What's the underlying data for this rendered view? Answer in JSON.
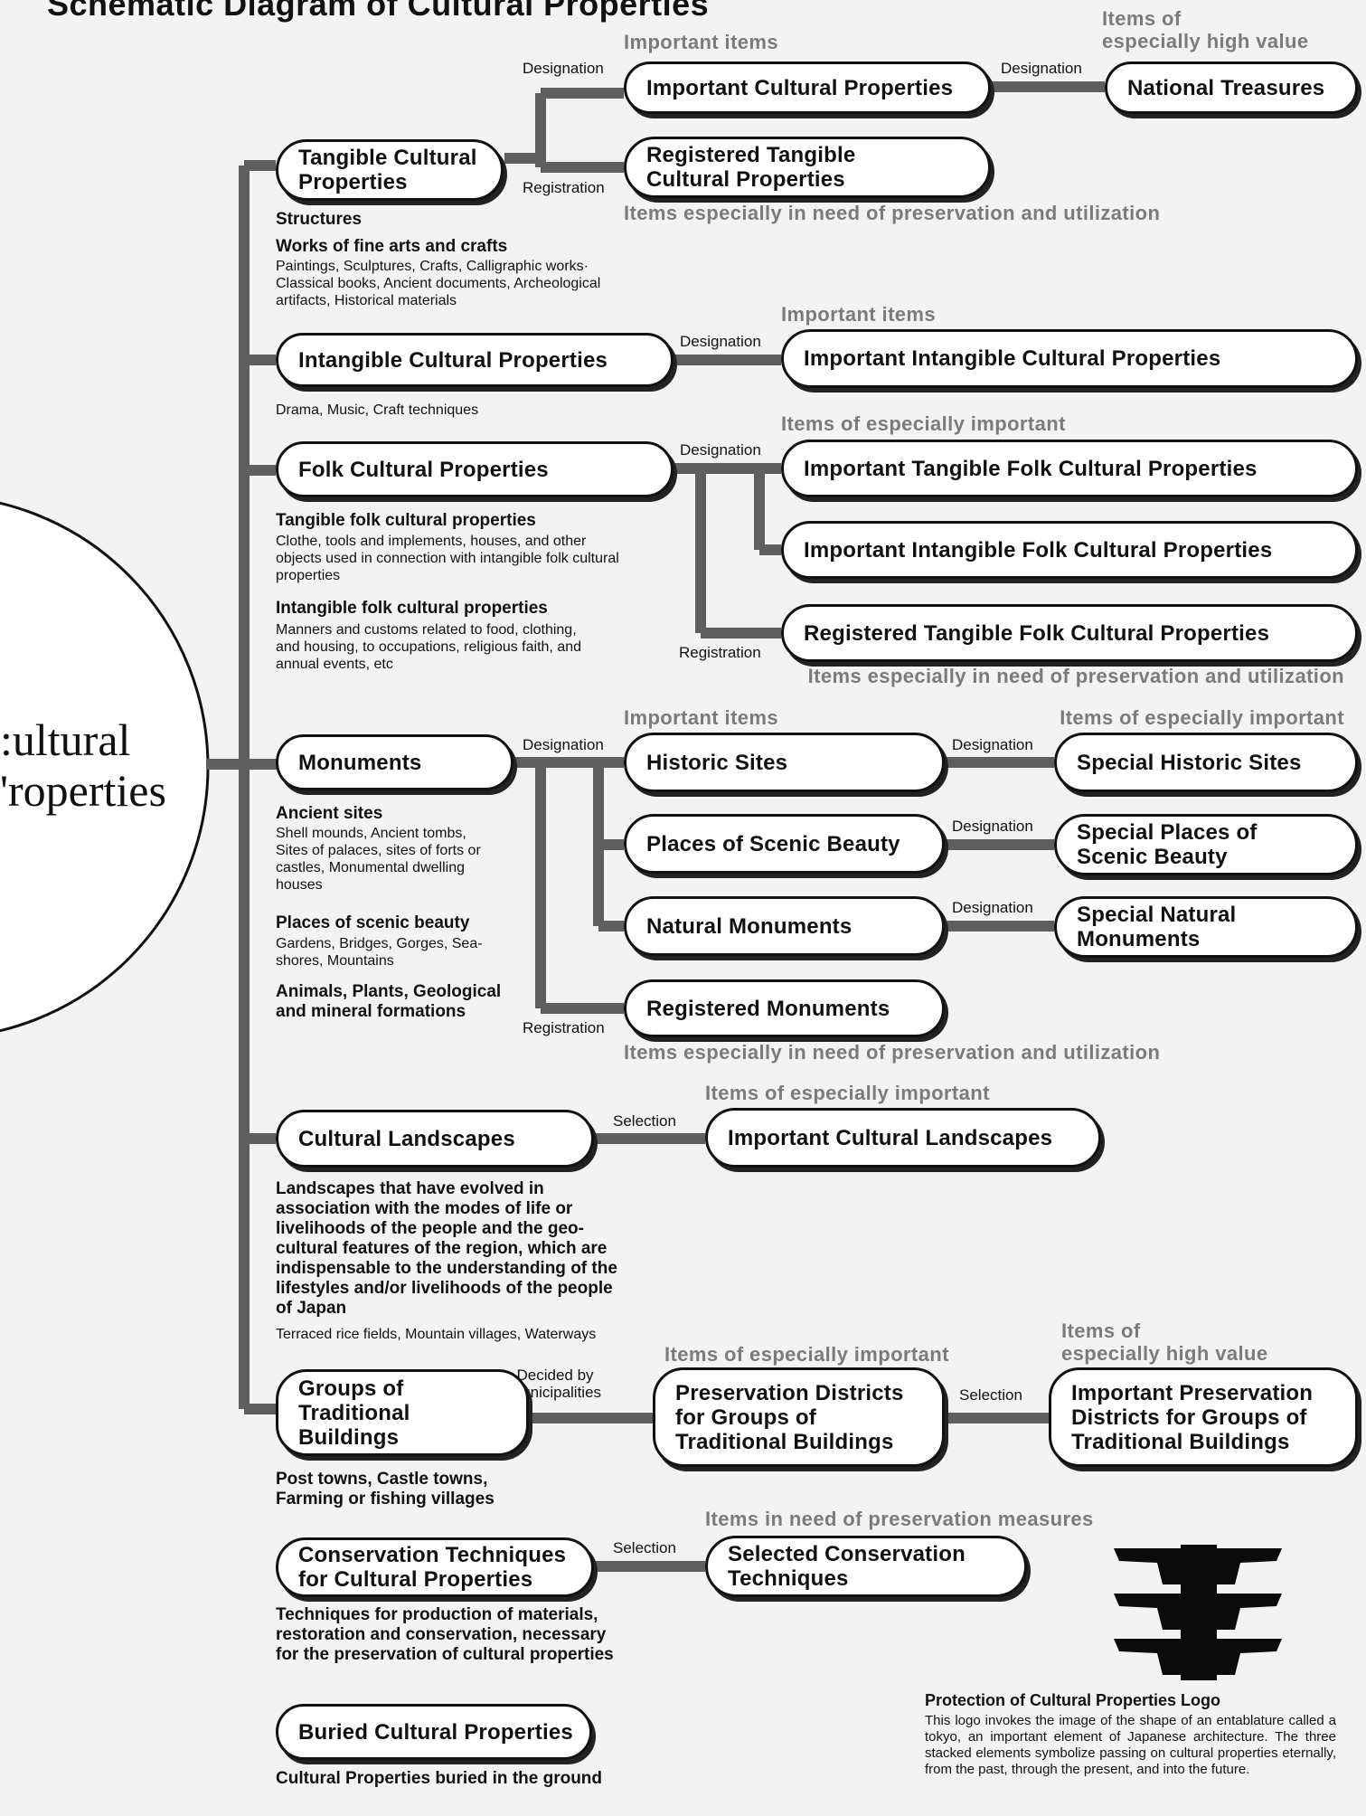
{
  "title": "Schematic Diagram of Cultural Properties",
  "root_label": ":ultural\n'roperties",
  "categories": {
    "important_items_1": "Important items",
    "high_value_1": "Items of\nespecially high value",
    "preservation_1": "Items especially in need of preservation and utilization",
    "important_items_2": "Important items",
    "especially_important_folk": "Items of especially important",
    "preservation_folk": "Items especially in need of preservation and utilization",
    "important_items_monuments": "Important items",
    "especially_important_monuments": "Items of especially important",
    "preservation_monuments": "Items especially in need of preservation and utilization",
    "especially_important_landscapes": "Items of especially important",
    "especially_important_buildings": "Items of especially important",
    "high_value_buildings": "Items of\nespecially high value",
    "preservation_measures": "Items in need of preservation measures"
  },
  "labels": {
    "designation_tangible": "Designation",
    "registration_tangible": "Registration",
    "designation_national": "Designation",
    "designation_intangible": "Designation",
    "designation_folk": "Designation",
    "registration_folk": "Registration",
    "designation_monuments": "Designation",
    "registration_monuments": "Registration",
    "designation_special_historic": "Designation",
    "designation_special_scenic": "Designation",
    "designation_special_natural": "Designation",
    "selection_landscapes": "Selection",
    "decided_municipalities": "Decided by\nmunicipalities",
    "selection_buildings": "Selection",
    "selection_techniques": "Selection"
  },
  "nodes": {
    "tangible": "Tangible Cultural\nProperties",
    "important_cultural": "Important Cultural Properties",
    "national_treasures": "National Treasures",
    "registered_tangible": "Registered Tangible\nCultural Properties",
    "intangible": "Intangible Cultural Properties",
    "important_intangible": "Important Intangible Cultural Properties",
    "folk": "Folk Cultural Properties",
    "important_tangible_folk": "Important Tangible Folk Cultural Properties",
    "important_intangible_folk": "Important Intangible Folk Cultural Properties",
    "registered_tangible_folk": "Registered Tangible Folk Cultural Properties",
    "monuments": "Monuments",
    "historic_sites": "Historic Sites",
    "special_historic_sites": "Special Historic Sites",
    "places_scenic": "Places of Scenic Beauty",
    "special_places_scenic": "Special Places of\nScenic Beauty",
    "natural_monuments": "Natural Monuments",
    "special_natural": "Special Natural\nMonuments",
    "registered_monuments": "Registered Monuments",
    "cultural_landscapes": "Cultural Landscapes",
    "important_landscapes": "Important Cultural Landscapes",
    "groups_buildings": "Groups of\nTraditional Buildings",
    "preservation_districts": "Preservation Districts\nfor Groups of\nTraditional Buildings",
    "important_preservation_districts": "Important Preservation\nDistricts for Groups of\nTraditional Buildings",
    "conservation_techniques": "Conservation Techniques\nfor Cultural Properties",
    "selected_techniques": "Selected Conservation\nTechniques",
    "buried": "Buried Cultural Properties"
  },
  "descriptions": {
    "structures": "Structures",
    "fine_arts_head": "Works of fine arts and crafts",
    "fine_arts_body": "Paintings, Sculptures, Crafts, Calligraphic works·\nClassical books, Ancient documents, Archeological\nartifacts, Historical materials",
    "intangible_body": "Drama, Music, Craft techniques",
    "tangible_folk_head": "Tangible folk cultural properties",
    "tangible_folk_body": "Clothe, tools and implements, houses, and other\nobjects used in connection with intangible folk cultural\nproperties",
    "intangible_folk_head": "Intangible folk cultural properties",
    "intangible_folk_body": "Manners and customs related to food, clothing,\nand housing, to occupations, religious faith, and\nannual events, etc",
    "ancient_sites_head": "Ancient sites",
    "ancient_sites_body": "Shell mounds, Ancient tombs,\nSites of palaces, sites of forts or\ncastles, Monumental dwelling\nhouses",
    "scenic_head": "Places of scenic beauty",
    "scenic_body": "Gardens, Bridges, Gorges, Sea-\nshores, Mountains",
    "animals_head": "Animals, Plants, Geological\nand mineral formations",
    "landscapes_body": "Landscapes that have evolved in\nassociation with the modes of life or\nlivelihoods of the people and the geo-\ncultural features of the region, which are\nindispensable to the understanding of the\nlifestyles and/or livelihoods of the people\nof Japan",
    "landscapes_examples": "Terraced rice fields, Mountain villages, Waterways",
    "buildings_body": "Post towns, Castle towns,\nFarming or fishing villages",
    "techniques_body": "Techniques for production of materials,\nrestoration and conservation, necessary\nfor the preservation of cultural properties",
    "buried_body": "Cultural Properties buried in the ground"
  },
  "logo": {
    "icon": "entablature-logo",
    "caption": "Protection of Cultural Properties Logo",
    "body": "This logo invokes the image of the shape of an entablature called a tokyo, an important element of Japanese architecture. The three stacked elements symbolize passing on cultural properties eternally, from the past, through the present, and into the future."
  },
  "colors": {
    "connector": "#5e5e5e",
    "category_text": "#7b7b7b",
    "logo": "#0b0b0b"
  }
}
